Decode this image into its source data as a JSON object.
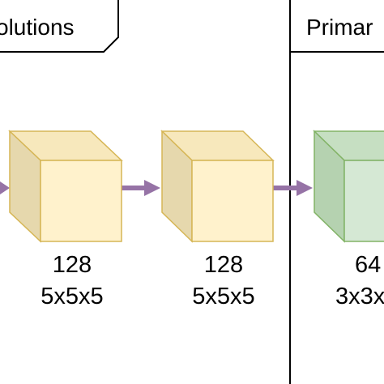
{
  "sections": [
    {
      "title": "olutions"
    },
    {
      "title": "Primar"
    }
  ],
  "blocks": [
    {
      "channels": "128",
      "kernel": "5x5x5",
      "color": "yellow"
    },
    {
      "channels": "128",
      "kernel": "5x5x5",
      "color": "yellow"
    },
    {
      "channels": "64",
      "kernel": "3x3x",
      "color": "green"
    }
  ],
  "colors": {
    "arrow": "#9673a6",
    "yellow_fill": "#fff2cc",
    "yellow_side": "#e6d8ad",
    "yellow_top": "#f7e8bc",
    "yellow_stroke": "#d6b656",
    "green_fill": "#d5e8d4",
    "green_side": "#b5d2b0",
    "green_top": "#c6dfc2",
    "green_stroke": "#82b366",
    "frame": "#000000"
  }
}
